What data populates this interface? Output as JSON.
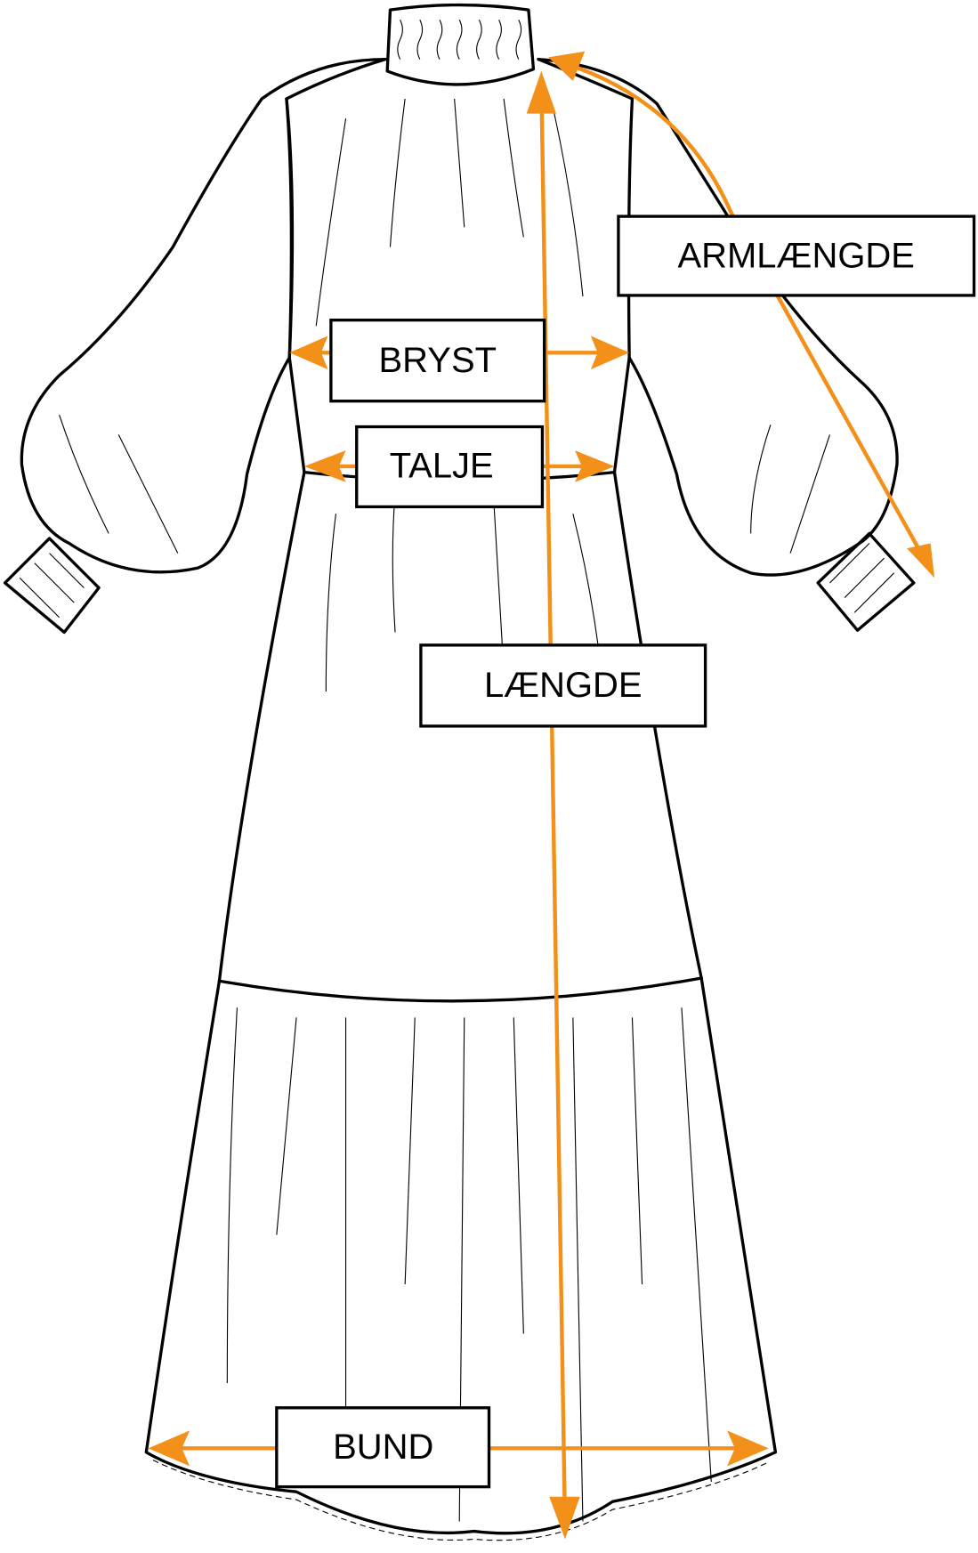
{
  "diagram": {
    "subject": "dress",
    "accent_color": "#f39019",
    "labels": {
      "sleeve_length": "ARMLÆNGDE",
      "chest": "BRYST",
      "waist": "TALJE",
      "length": "LÆNGDE",
      "hem": "BUND"
    }
  }
}
